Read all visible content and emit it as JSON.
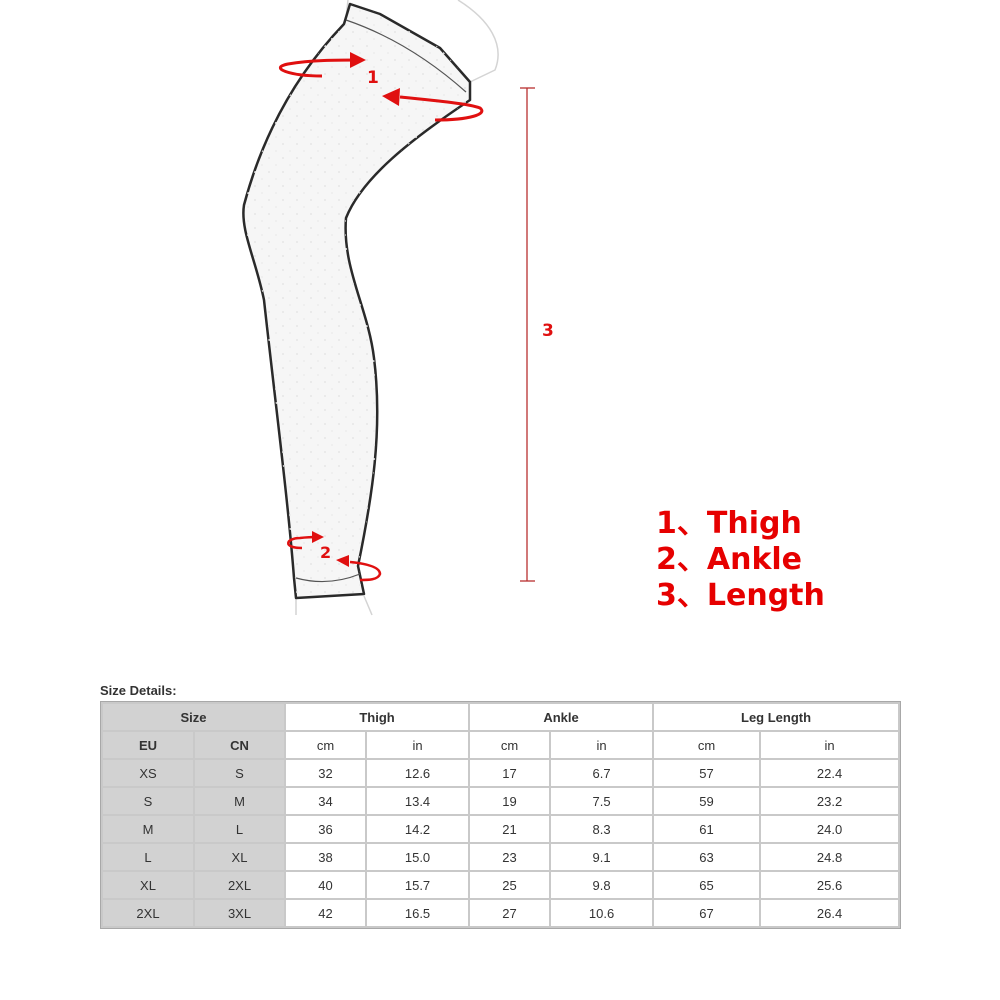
{
  "figure": {
    "markers": {
      "thigh": "1",
      "ankle": "2",
      "length": "3"
    }
  },
  "legend": {
    "items": [
      "1、Thigh",
      "2、Ankle",
      "3、Length"
    ]
  },
  "table": {
    "title": "Size Details:",
    "group_headers": [
      "Size",
      "Thigh",
      "Ankle",
      "Leg Length"
    ],
    "sub_headers": [
      "EU",
      "CN",
      "cm",
      "in",
      "cm",
      "in",
      "cm",
      "in"
    ],
    "rows": [
      [
        "XS",
        "S",
        "32",
        "12.6",
        "17",
        "6.7",
        "57",
        "22.4"
      ],
      [
        "S",
        "M",
        "34",
        "13.4",
        "19",
        "7.5",
        "59",
        "23.2"
      ],
      [
        "M",
        "L",
        "36",
        "14.2",
        "21",
        "8.3",
        "61",
        "24.0"
      ],
      [
        "L",
        "XL",
        "38",
        "15.0",
        "23",
        "9.1",
        "63",
        "24.8"
      ],
      [
        "XL",
        "2XL",
        "40",
        "15.7",
        "25",
        "9.8",
        "65",
        "25.6"
      ],
      [
        "2XL",
        "3XL",
        "42",
        "16.5",
        "27",
        "10.6",
        "67",
        "26.4"
      ]
    ]
  }
}
